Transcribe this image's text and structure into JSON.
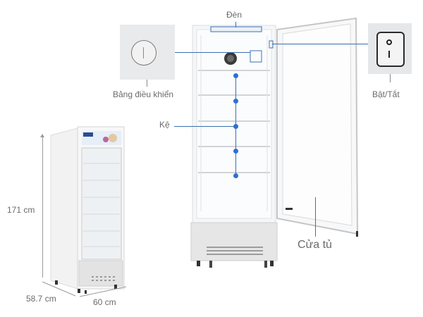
{
  "diagram": {
    "subject": "Display refrigerator (tủ mát) parts and dimensions",
    "callouts": {
      "light": "Đèn",
      "control_panel": "Bảng điều khiển",
      "shelf": "Kệ",
      "power_switch": "Bật/Tắt",
      "door": "Cửa tủ"
    },
    "dimensions": {
      "height": "171 cm",
      "depth": "58.7 cm",
      "width": "60 cm"
    },
    "colors": {
      "callout_line": "#3a6fb0",
      "callout_dot": "#2f6fd1",
      "label_text": "#6b6b6b",
      "dimension_line": "#9a9a9a"
    }
  }
}
